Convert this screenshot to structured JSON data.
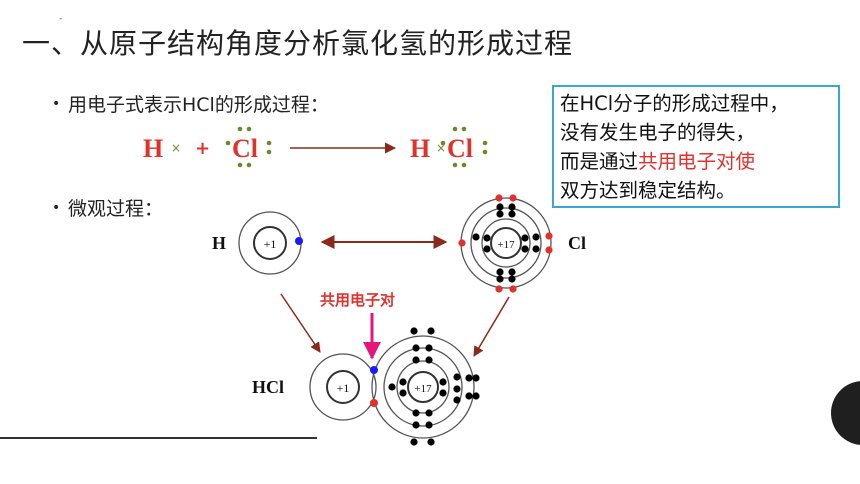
{
  "slide": {
    "title": "一、从原子结构角度分析氯化氢的形成过程",
    "title_mark": "-",
    "bullet1": "用电子式表示HCl的形成过程：",
    "bullet2": "微观过程："
  },
  "equation": {
    "h1": "H",
    "x1": "×",
    "plus": "+",
    "cl1": "Cl",
    "h2": "H",
    "x2": "×",
    "cl2": "Cl"
  },
  "note": {
    "line1": "在HCl分子的形成过程中，",
    "line2": "没有发生电子的得失，",
    "line3_prefix": "而是通过",
    "line3_highlight": "共用电子对使",
    "line4": "双方达到稳定结构。"
  },
  "diagram": {
    "h_label": "H",
    "h_nucleus": "+1",
    "cl_label": "Cl",
    "cl_nucleus": "+17",
    "shared_pair_label": "共用电子对",
    "hcl_label": "HCl",
    "hcl_h_nucleus": "+1",
    "hcl_cl_nucleus": "+17"
  },
  "colors": {
    "accent_red": "#e0322c",
    "electron_blue": "#1a1aff",
    "arrow_dark_red": "#8b2a1a",
    "note_border": "#3aa6d6",
    "dot_green": "#6a8a2a",
    "pink": "#e4157c"
  }
}
